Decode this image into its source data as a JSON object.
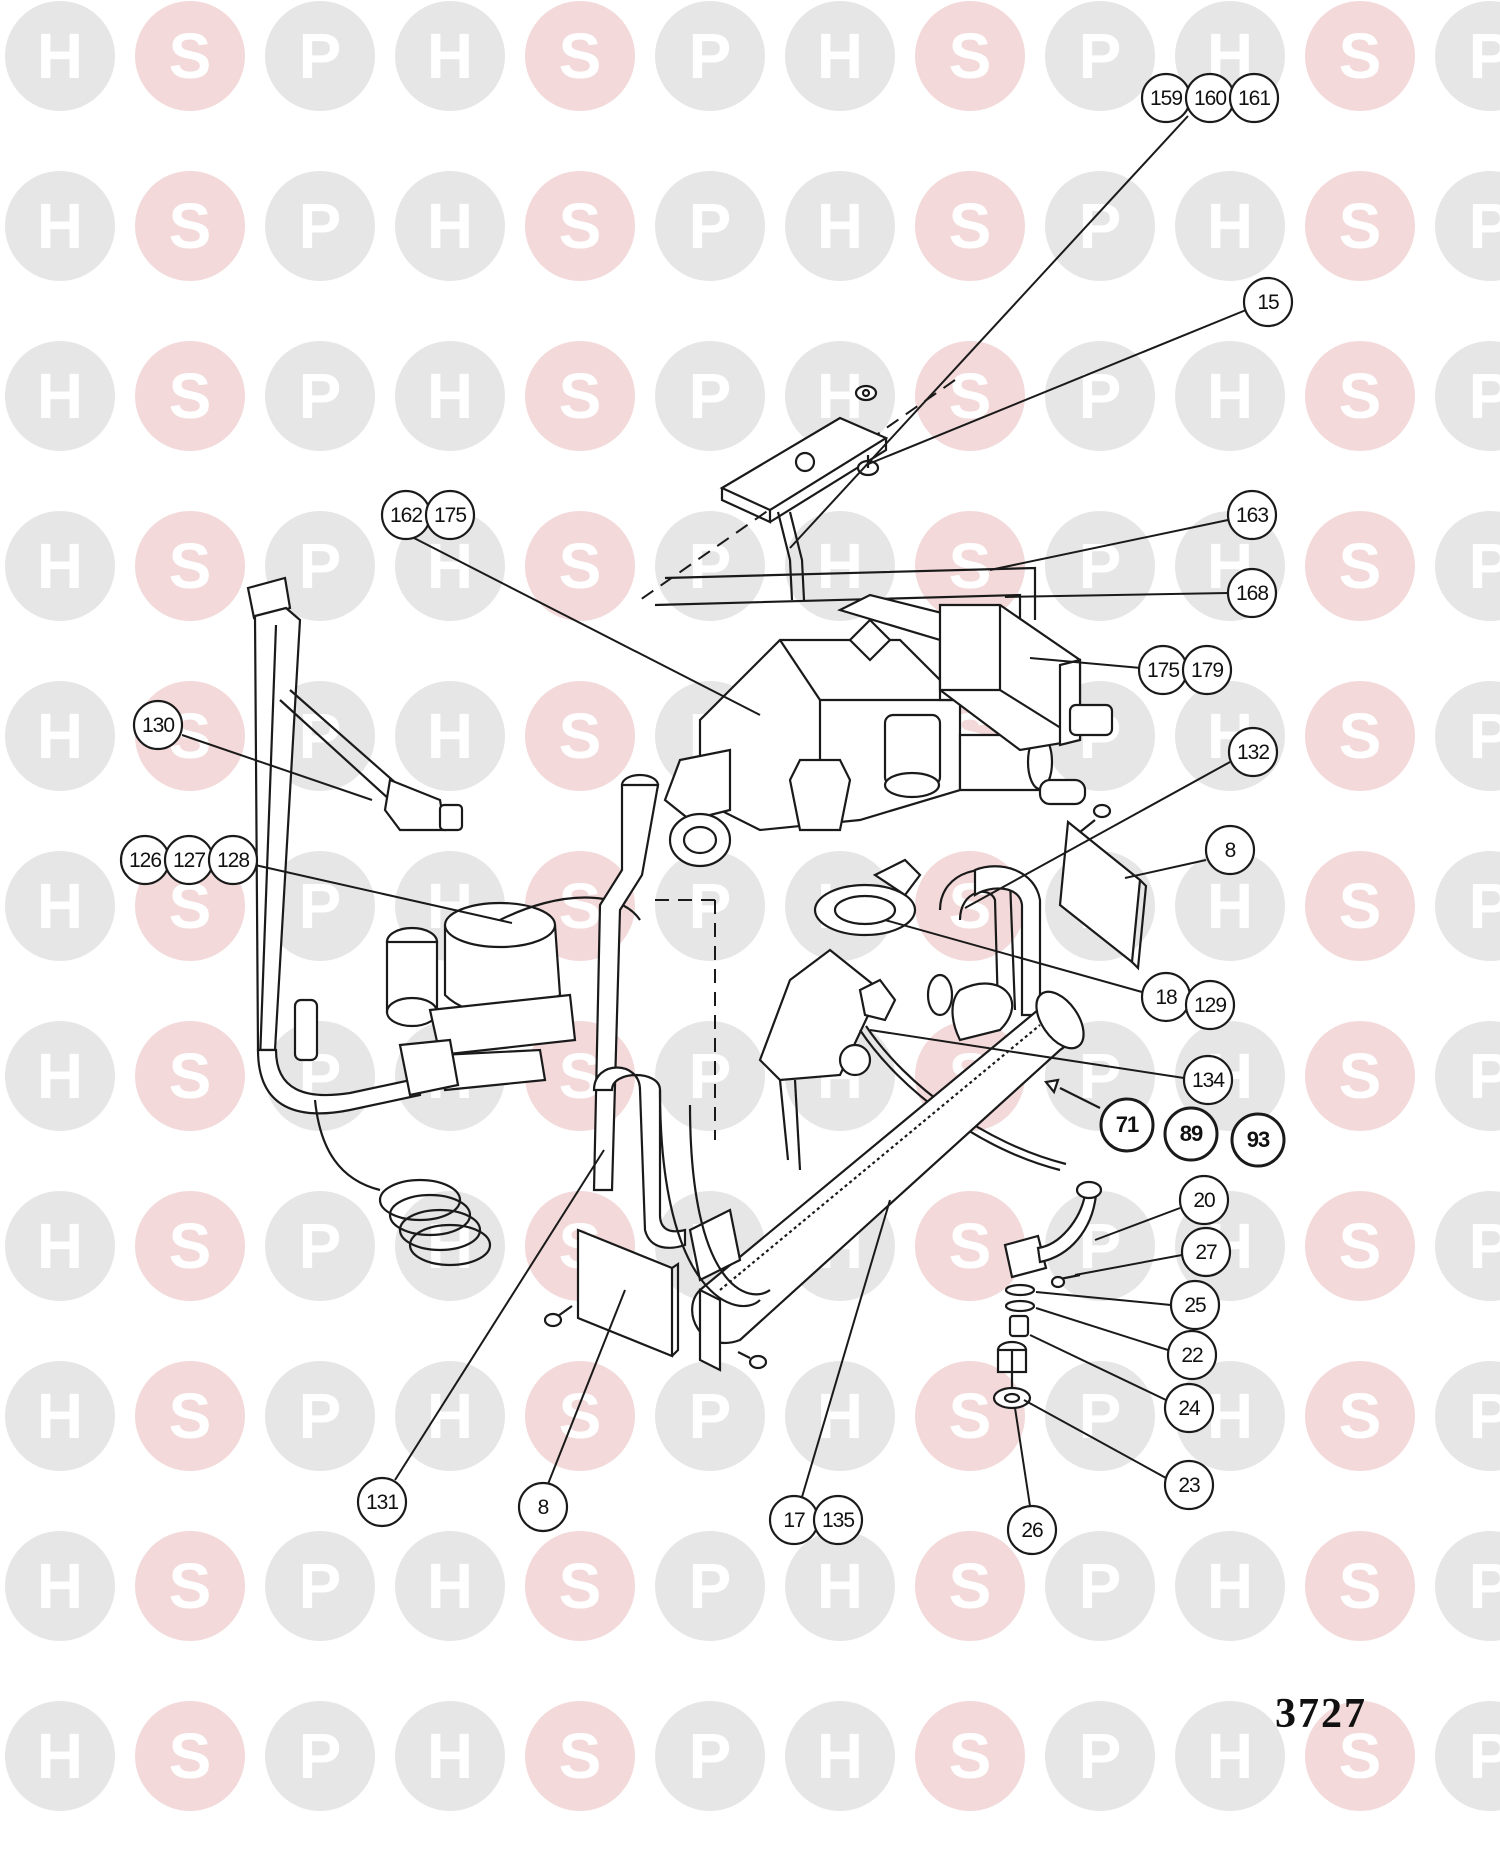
{
  "watermark": {
    "letters": [
      "H",
      "S",
      "P"
    ],
    "colors": {
      "H": "#e6e6e6",
      "S": "#f3d9d9",
      "P": "#e6e6e6"
    },
    "letter_colors": {
      "H": "#ffffff",
      "S": "#ffffff",
      "P": "#ffffff"
    }
  },
  "diagram": {
    "drawing_number": "3727",
    "callouts": [
      {
        "id": "15",
        "label": "15"
      },
      {
        "id": "159",
        "label": "159"
      },
      {
        "id": "160",
        "label": "160"
      },
      {
        "id": "161",
        "label": "161"
      },
      {
        "id": "162",
        "label": "162"
      },
      {
        "id": "175a",
        "label": "175"
      },
      {
        "id": "163",
        "label": "163"
      },
      {
        "id": "168",
        "label": "168"
      },
      {
        "id": "175b",
        "label": "175"
      },
      {
        "id": "179",
        "label": "179"
      },
      {
        "id": "130",
        "label": "130"
      },
      {
        "id": "132",
        "label": "132"
      },
      {
        "id": "126",
        "label": "126"
      },
      {
        "id": "127",
        "label": "127"
      },
      {
        "id": "128",
        "label": "128"
      },
      {
        "id": "8a",
        "label": "8"
      },
      {
        "id": "18",
        "label": "18"
      },
      {
        "id": "129",
        "label": "129"
      },
      {
        "id": "134",
        "label": "134"
      },
      {
        "id": "71",
        "label": "71"
      },
      {
        "id": "89",
        "label": "89"
      },
      {
        "id": "93",
        "label": "93"
      },
      {
        "id": "20",
        "label": "20"
      },
      {
        "id": "27",
        "label": "27"
      },
      {
        "id": "25",
        "label": "25"
      },
      {
        "id": "22",
        "label": "22"
      },
      {
        "id": "24",
        "label": "24"
      },
      {
        "id": "23",
        "label": "23"
      },
      {
        "id": "131",
        "label": "131"
      },
      {
        "id": "8b",
        "label": "8"
      },
      {
        "id": "17",
        "label": "17"
      },
      {
        "id": "135",
        "label": "135"
      },
      {
        "id": "26",
        "label": "26"
      }
    ]
  }
}
